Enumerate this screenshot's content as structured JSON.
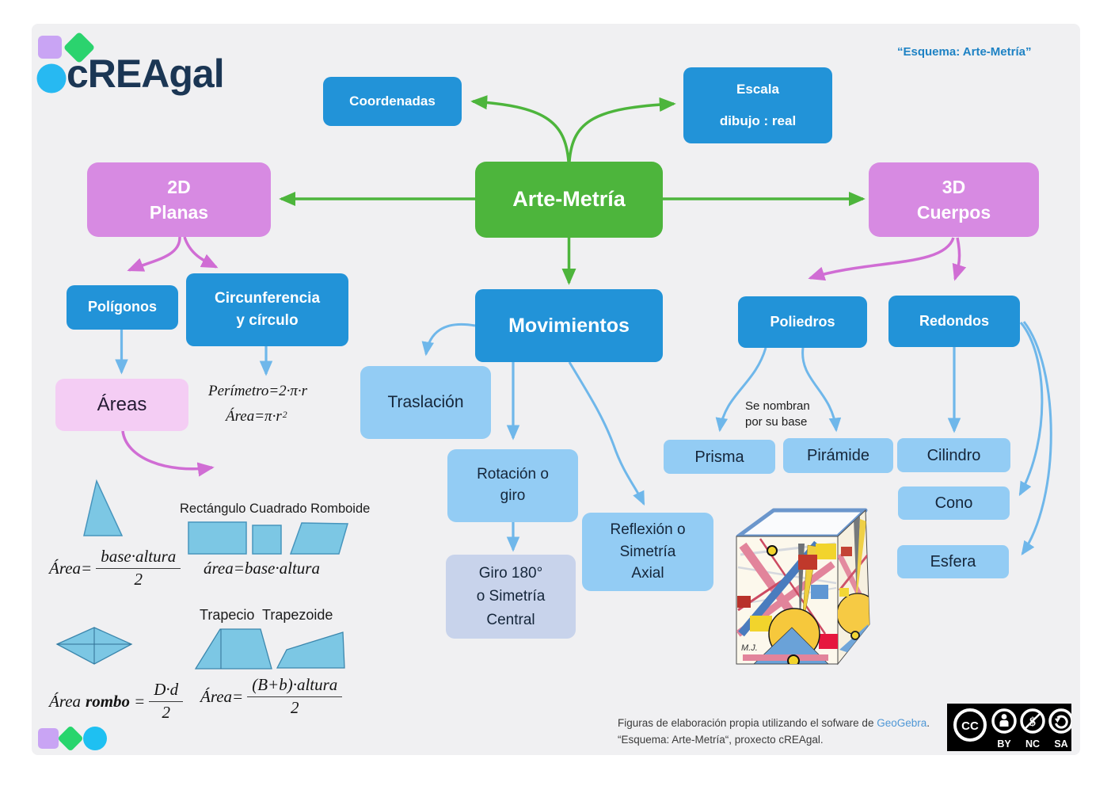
{
  "header": {
    "logo_text": "cREAgal",
    "quote": "“Esquema: Arte-Metría”"
  },
  "nodes": {
    "coordenadas": "Coordenadas",
    "escala": [
      "Escala",
      "dibujo : real"
    ],
    "root": "Arte-Metría",
    "planas": [
      "2D",
      "Planas"
    ],
    "cuerpos": [
      "3D",
      "Cuerpos"
    ],
    "poligonos": "Polígonos",
    "circunferencia": [
      "Circunferencia",
      "y círculo"
    ],
    "areas": "Áreas",
    "movimientos": "Movimientos",
    "traslacion": "Traslación",
    "rotacion": [
      "Rotación o",
      "giro"
    ],
    "giro_central": [
      "Giro 180°",
      "o Simetría",
      "Central"
    ],
    "reflexion": [
      "Reflexión o",
      "Simetría",
      "Axial"
    ],
    "poliedros": "Poliedros",
    "redondos": "Redondos",
    "nota_base": [
      "Se nombran",
      "por su base"
    ],
    "prisma": "Prisma",
    "piramide": "Pirámide",
    "cilindro": "Cilindro",
    "cono": "Cono",
    "esfera": "Esfera"
  },
  "formulas": {
    "perimetro": "Perímetro=2·π·r",
    "area_circulo": {
      "base": "Área=π·r",
      "sup": "2"
    },
    "triangulo": {
      "prefix": "Área=",
      "num": "base·altura",
      "den": "2"
    },
    "paralelogramos": "área=base·altura",
    "rombo": {
      "prefix_normal": "Área",
      "prefix_bold": "rombo",
      "equals": "=",
      "num": "D·d",
      "den": "2"
    },
    "trapecio": {
      "prefix": "Área=",
      "num": "(B+b)·altura",
      "den": "2"
    }
  },
  "shape_labels": {
    "cuadrilateros": "Rectángulo Cuadrado Romboide",
    "trapecios": "Trapecio  Trapezoide"
  },
  "art": {
    "signature": "M.J."
  },
  "footer": {
    "line1_pre": "Figuras de elaboración propia utilizando el sofware de ",
    "line1_link": "GeoGebra",
    "line1_post": ".",
    "line2": "“Esquema: Arte-Metría“, proxecto cREAgal."
  },
  "license": {
    "cc": "CC",
    "badges": [
      "BY",
      "NC",
      "SA"
    ]
  },
  "colors": {
    "accent_green": "#4db53c",
    "accent_pink": "#d06dd4",
    "node_blue": "#2293d8",
    "node_light_blue": "#93ccf4",
    "node_purple": "#d78ae2",
    "node_light_pink": "#f4cdf4",
    "node_lavender": "#c8d3eb",
    "connector_blue": "#6fb7ea",
    "link_blue": "#4e97d6",
    "quote_blue": "#1e82c4"
  }
}
